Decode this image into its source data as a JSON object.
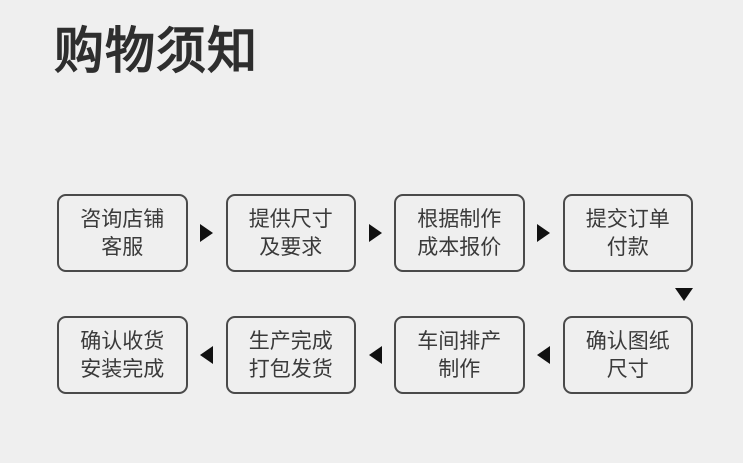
{
  "page": {
    "background_color": "#efefef",
    "title": "购物须知"
  },
  "flow": {
    "box_border_color": "#4a4a4a",
    "box_text_color": "#3a3a3a",
    "arrow_color": "#111111",
    "row1": {
      "arrow_direction": "right",
      "arrow_icon": "triangle-right-icon",
      "steps": [
        {
          "index": 1,
          "line1": "咨询店铺",
          "line2": "客服"
        },
        {
          "index": 2,
          "line1": "提供尺寸",
          "line2": "及要求"
        },
        {
          "index": 3,
          "line1": "根据制作",
          "line2": "成本报价"
        },
        {
          "index": 4,
          "line1": "提交订单",
          "line2": "付款"
        }
      ]
    },
    "connector": {
      "arrow_direction": "down",
      "arrow_icon": "triangle-down-icon"
    },
    "row2": {
      "arrow_direction": "left",
      "arrow_icon": "triangle-left-icon",
      "steps": [
        {
          "index": 5,
          "line1": "确认图纸",
          "line2": "尺寸"
        },
        {
          "index": 6,
          "line1": "车间排产",
          "line2": "制作"
        },
        {
          "index": 7,
          "line1": "生产完成",
          "line2": "打包发货"
        },
        {
          "index": 8,
          "line1": "确认收货",
          "line2": "安装完成"
        }
      ]
    }
  }
}
